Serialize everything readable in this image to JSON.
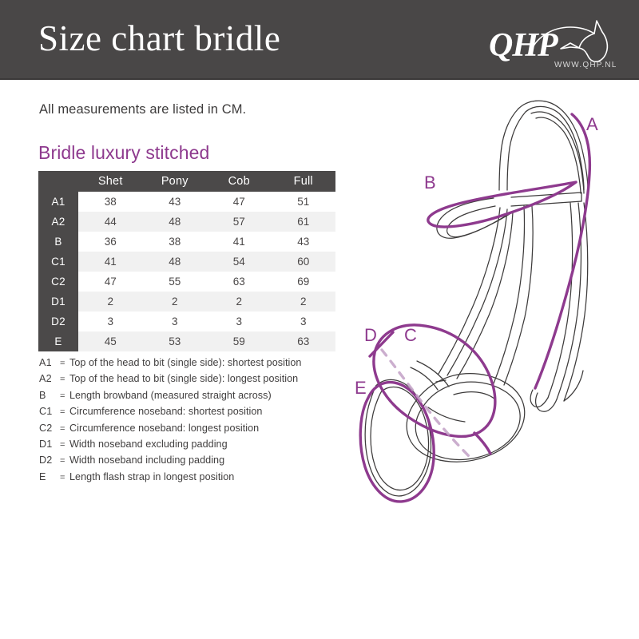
{
  "header": {
    "title": "Size chart bridle",
    "logo": {
      "wordmark": "QHP",
      "url_text": "WWW.QHP.NL",
      "icon": "horse-head-icon"
    }
  },
  "intro": "All measurements are listed in CM.",
  "section_title": "Bridle luxury stitched",
  "table": {
    "corner": "",
    "columns": [
      "Shet",
      "Pony",
      "Cob",
      "Full"
    ],
    "rows": [
      {
        "label": "A1",
        "values": [
          "38",
          "43",
          "47",
          "51"
        ]
      },
      {
        "label": "A2",
        "values": [
          "44",
          "48",
          "57",
          "61"
        ]
      },
      {
        "label": "B",
        "values": [
          "36",
          "38",
          "41",
          "43"
        ]
      },
      {
        "label": "C1",
        "values": [
          "41",
          "48",
          "54",
          "60"
        ]
      },
      {
        "label": "C2",
        "values": [
          "47",
          "55",
          "63",
          "69"
        ]
      },
      {
        "label": "D1",
        "values": [
          "2",
          "2",
          "2",
          "2"
        ]
      },
      {
        "label": "D2",
        "values": [
          "3",
          "3",
          "3",
          "3"
        ]
      },
      {
        "label": "E",
        "values": [
          "45",
          "53",
          "59",
          "63"
        ]
      }
    ]
  },
  "legend": [
    {
      "key": "A1",
      "eq": "=",
      "text": "Top of the head to bit (single side): shortest position"
    },
    {
      "key": "A2",
      "eq": "=",
      "text": "Top of the head to bit (single side): longest position"
    },
    {
      "key": "B",
      "eq": "=",
      "text": "Length browband (measured straight across)"
    },
    {
      "key": "C1",
      "eq": "=",
      "text": "Circumference noseband: shortest position"
    },
    {
      "key": "C2",
      "eq": "=",
      "text": "Circumference noseband: longest position"
    },
    {
      "key": "D1",
      "eq": "=",
      "text": "Width noseband excluding padding"
    },
    {
      "key": "D2",
      "eq": "=",
      "text": "Width noseband including padding"
    },
    {
      "key": "E",
      "eq": "=",
      "text": "Length flash strap in longest position"
    }
  ],
  "diagram": {
    "labels": {
      "a": "A",
      "b": "B",
      "c": "C",
      "d": "D",
      "e": "E"
    }
  },
  "colors": {
    "header_bg": "#494747",
    "accent_purple": "#8e3a8e",
    "table_header_bg": "#4b4949",
    "row_alt_bg": "#f1f1f1",
    "text": "#403e3e"
  }
}
